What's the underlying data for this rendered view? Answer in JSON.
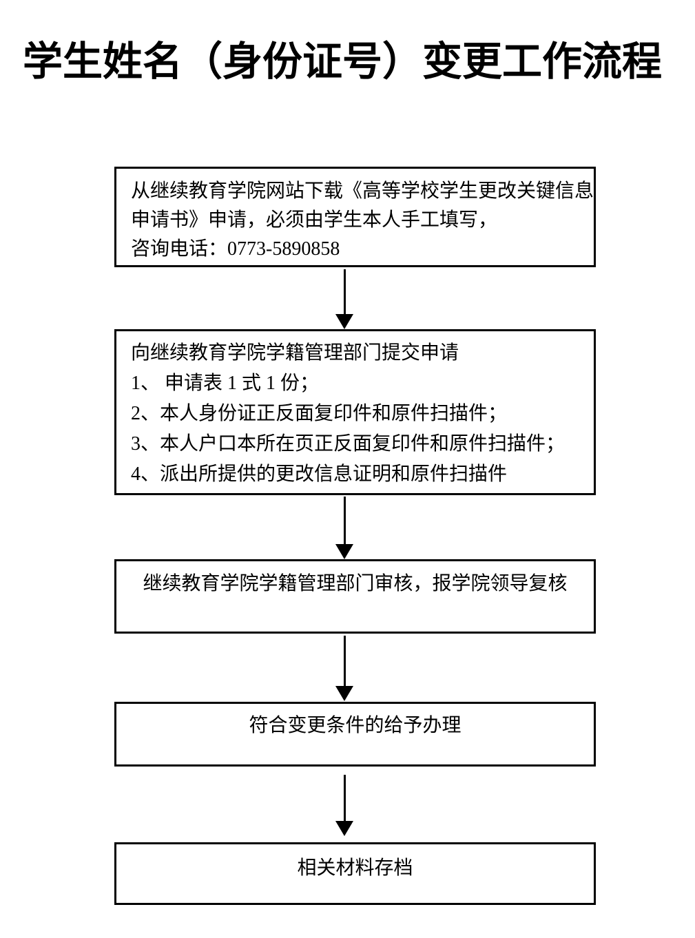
{
  "page": {
    "title": "学生姓名（身份证号）变更工作流程"
  },
  "colors": {
    "background": "#ffffff",
    "border": "#000000",
    "text": "#000000"
  },
  "flowchart": {
    "steps": [
      {
        "name": "download-application",
        "lines": [
          "从继续教育学院网站下载《高等学校学生更改关键信息",
          "申请书》申请，必须由学生本人手工填写，",
          "咨询电话：0773-5890858"
        ]
      },
      {
        "name": "submit-application",
        "lines": [
          "向继续教育学院学籍管理部门提交申请",
          "1、 申请表 1 式 1 份；",
          "2、本人身份证正反面复印件和原件扫描件；",
          "3、本人户口本所在页正反面复印件和原件扫描件；",
          "4、派出所提供的更改信息证明和原件扫描件"
        ]
      },
      {
        "name": "department-review",
        "lines": [
          "继续教育学院学籍管理部门审核，报学院领导复核"
        ]
      },
      {
        "name": "process-if-qualified",
        "lines": [
          "符合变更条件的给予办理"
        ]
      },
      {
        "name": "archive-materials",
        "lines": [
          "相关材料存档"
        ]
      }
    ]
  }
}
